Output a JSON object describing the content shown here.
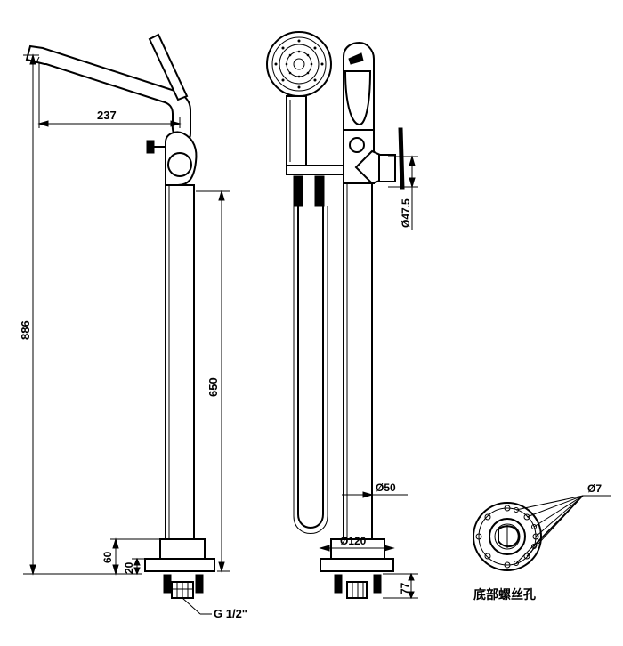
{
  "dimensions": {
    "spout_reach": "237",
    "total_height": "886",
    "body_height": "650",
    "base_height": "60",
    "base_plate": "20",
    "connection": "G 1/2\"",
    "holder_diameter": "Ø47.5",
    "pipe_diameter": "Ø50",
    "base_diameter": "Ø120",
    "bottom_offset": "77",
    "hole_diameter": "Ø7"
  },
  "base_view": {
    "caption": "底部螺丝孔"
  }
}
